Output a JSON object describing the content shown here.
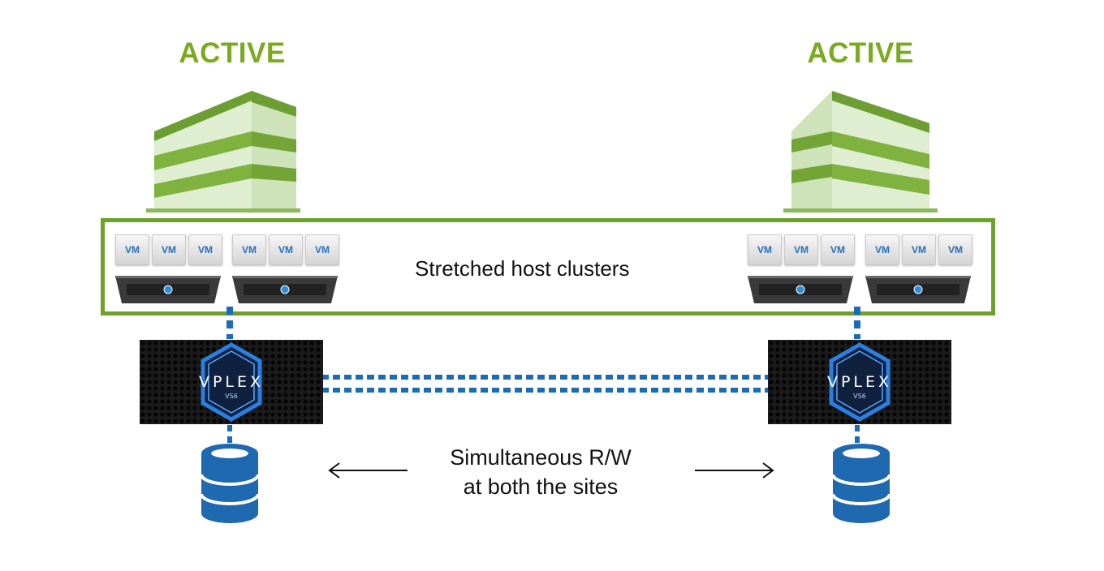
{
  "sites": [
    {
      "name": "left",
      "status": "ACTIVE"
    },
    {
      "name": "right",
      "status": "ACTIVE"
    }
  ],
  "cluster": {
    "label": "Stretched host clusters"
  },
  "vm_label": "VM",
  "appliance": {
    "brand": "VPLEX",
    "model": "VS6"
  },
  "caption": {
    "line1": "Simultaneous R/W",
    "line2": "at both the sites"
  },
  "colors": {
    "active_green": "#7aab1f",
    "box_green": "#6ea12a",
    "link_blue": "#1a6db5",
    "db_blue": "#1f69b0"
  }
}
